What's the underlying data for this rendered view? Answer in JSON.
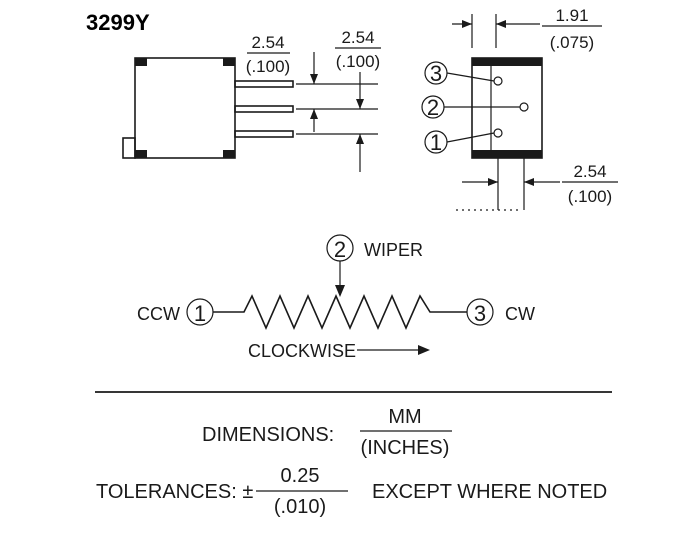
{
  "title": "3299Y",
  "dims": {
    "d1_mm": "2.54",
    "d1_in": "(.100)",
    "d2_mm": "2.54",
    "d2_in": "(.100)",
    "d3_mm": "1.91",
    "d3_in": "(.075)",
    "d4_mm": "2.54",
    "d4_in": "(.100)"
  },
  "pins": {
    "p1": "1",
    "p2": "2",
    "p3": "3"
  },
  "schematic": {
    "wiper_label": "WIPER",
    "ccw_label": "CCW",
    "cw_label": "CW",
    "clockwise_label": "CLOCKWISE"
  },
  "notes": {
    "dimensions_label": "DIMENSIONS:",
    "units_top": "MM",
    "units_bottom": "(INCHES)",
    "tolerances_label": "TOLERANCES: ±",
    "tol_top": "0.25",
    "tol_bottom": "(.010)",
    "except": "EXCEPT WHERE NOTED"
  }
}
